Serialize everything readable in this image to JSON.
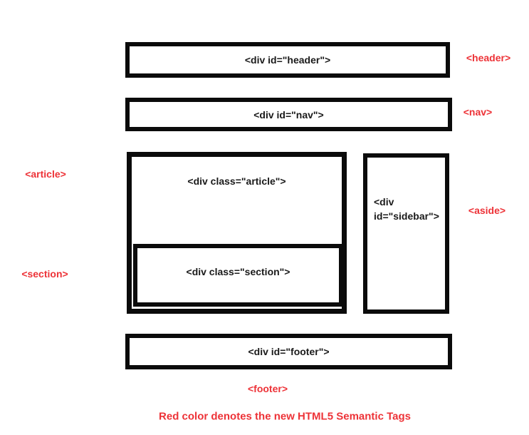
{
  "colors": {
    "tag_red": "#ed3237",
    "box_border_black": "#0b0b0b",
    "background": "#ffffff"
  },
  "boxes": {
    "header": {
      "label": "<div id=\"header\">"
    },
    "nav": {
      "label": "<div id=\"nav\">"
    },
    "article": {
      "label": "<div class=\"article\">"
    },
    "section": {
      "label": "<div class=\"section\">"
    },
    "sidebar": {
      "label": "<div\nid=\"sidebar\">"
    },
    "footer": {
      "label": "<div id=\"footer\">"
    }
  },
  "tags": {
    "header": "<header>",
    "nav": "<nav>",
    "article": "<article>",
    "section": "<section>",
    "aside": "<aside>",
    "footer": "<footer>"
  },
  "caption": "Red color denotes the new HTML5 Semantic Tags"
}
